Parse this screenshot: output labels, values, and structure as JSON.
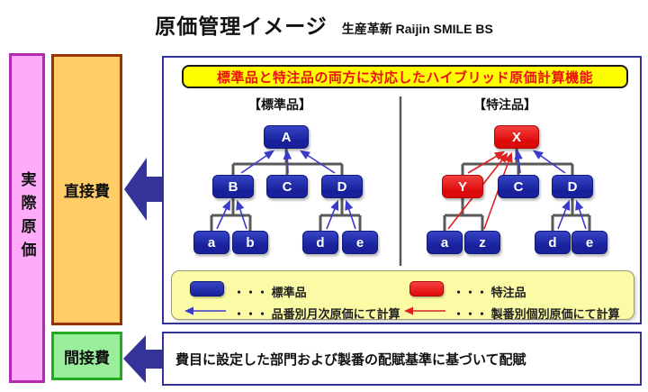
{
  "header": {
    "title": "原価管理イメージ",
    "subtitle": "生産革新 Raijin SMILE BS"
  },
  "left_panel": {
    "actual_cost_label": "実際原価",
    "direct_cost_label": "直接費",
    "indirect_cost_label": "間接費"
  },
  "main_panel": {
    "banner": "標準品と特注品の両方に対応したハイブリッド原価計算機能",
    "standard_tree": {
      "heading": "【標準品】",
      "nodes": {
        "A": "A",
        "B": "B",
        "C": "C",
        "D": "D",
        "a": "a",
        "b": "b",
        "d": "d",
        "e": "e"
      }
    },
    "custom_tree": {
      "heading": "【特注品】",
      "nodes": {
        "X": "X",
        "Y": "Y",
        "C": "C",
        "D": "D",
        "a": "a",
        "z": "z",
        "d": "d",
        "e": "e"
      }
    },
    "legend": {
      "standard_item": "・・・ 標準品",
      "custom_item": "・・・ 特注品",
      "blue_arrow_item": "・・・ 品番別月次原価にて計算",
      "red_arrow_item": "・・・ 製番別個別原価にて計算"
    }
  },
  "bottom_panel": {
    "text": "費目に設定した部門および製番の配賦基準に基づいて配賦"
  },
  "colors": {
    "accent_blue": "#333399",
    "node_blue": "#1C24A0",
    "node_red": "#E41010",
    "bar_pink": "#FFAAFB",
    "bar_pink_border": "#B229B2",
    "box_orange": "#FFCC66",
    "box_orange_border": "#993300",
    "box_green": "#99EE99",
    "box_green_border": "#22AA22",
    "banner_yellow": "#FFFF00",
    "banner_text_red": "#EE1111",
    "legend_yellow": "#FBFBA6",
    "connector_gray": "#595959",
    "arrow_blue": "#3A3ACD",
    "arrow_red": "#DD2222"
  }
}
